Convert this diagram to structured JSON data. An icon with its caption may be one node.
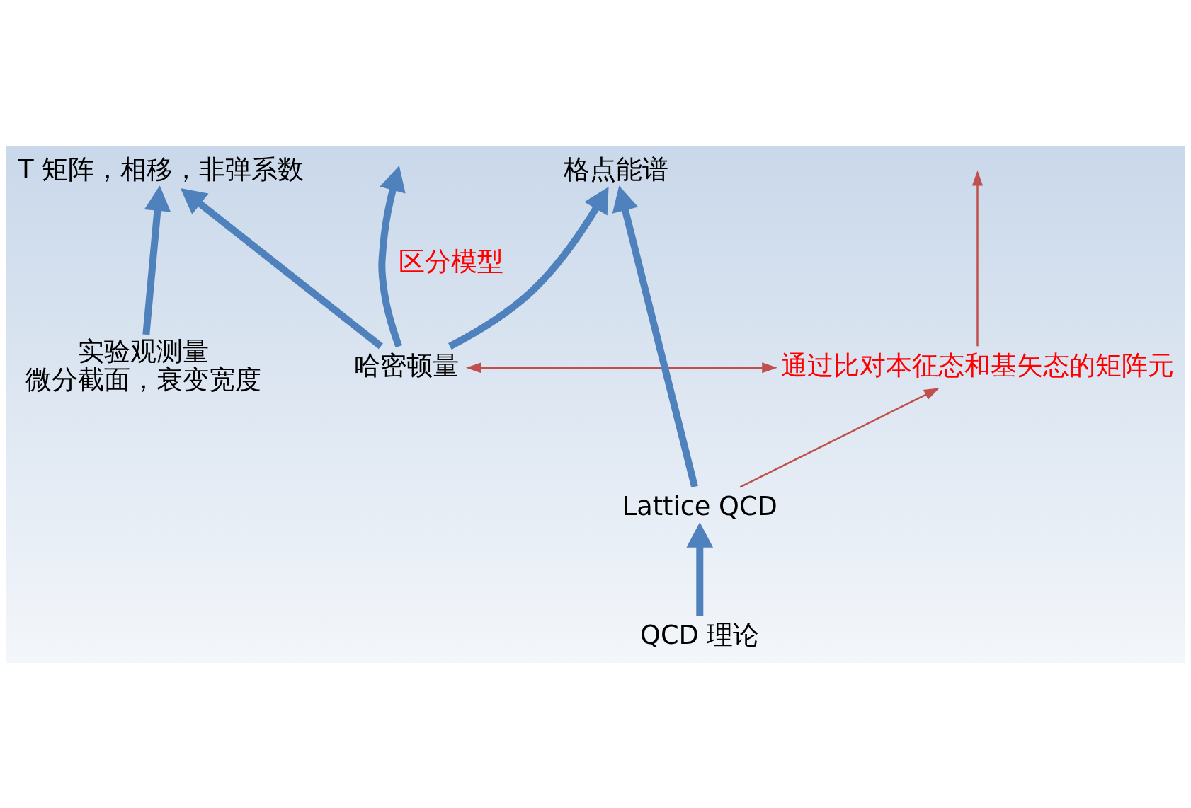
{
  "diagram": {
    "nodes": [
      {
        "text": [
          "哈密顿量"
        ]
      },
      {
        "text": [
          "T 矩阵，相移，非弹系数"
        ]
      },
      {
        "text": [
          "格点能谱"
        ]
      },
      {
        "text": [
          "实验观测量",
          "微分截面，衰变宽度"
        ]
      },
      {
        "text": [
          "Lattice QCD"
        ]
      },
      {
        "text": [
          "QCD 理论"
        ]
      },
      {
        "text": [
          "通过比对本征态和基矢态的矩阵元"
        ]
      }
    ],
    "edges": [
      {
        "from": 0,
        "to": null,
        "arrow": "to",
        "label": "区分模型"
      },
      {
        "from": 0,
        "to": 1,
        "arrow": "to"
      },
      {
        "from": 0,
        "to": 2,
        "arrow": "to"
      },
      {
        "from": 3,
        "to": 1,
        "arrow": "to"
      },
      {
        "from": 4,
        "to": 2,
        "arrow": "to"
      },
      {
        "from": 5,
        "to": 4,
        "arrow": "to"
      },
      {
        "from": 6,
        "to": null,
        "arrow": "to",
        "color": "#c0504d"
      },
      {
        "from": 0,
        "to": 6,
        "arrow": "both",
        "color": "#c0504d"
      },
      {
        "from": 4,
        "to": 6,
        "arrow": "to",
        "color": "#c0504d"
      }
    ]
  }
}
